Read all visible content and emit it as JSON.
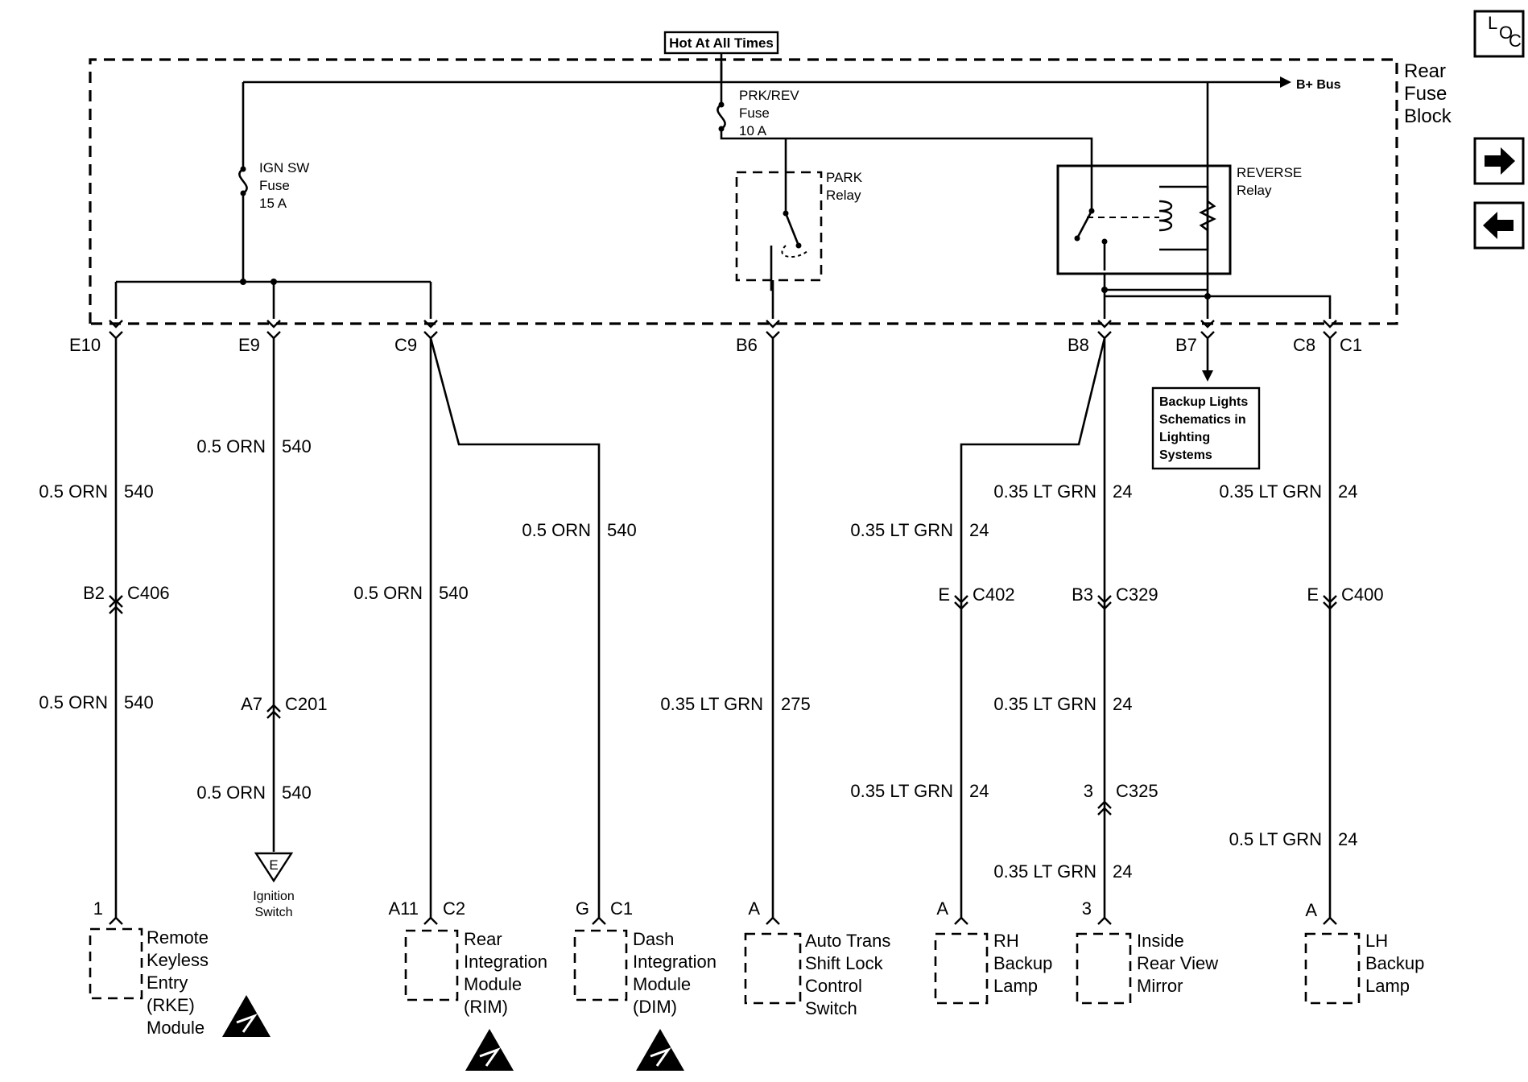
{
  "header": {
    "power_label": "Hot At All Times"
  },
  "nav": {
    "loc_letters": [
      "L",
      "O",
      "C"
    ],
    "next_icon": "arrow-right-icon",
    "prev_icon": "arrow-left-icon"
  },
  "fuse_block": {
    "label_lines": [
      "Rear",
      "Fuse",
      "Block"
    ],
    "bus_label": "B+ Bus",
    "ign_fuse_lines": [
      "IGN SW",
      "Fuse",
      "15 A"
    ],
    "prk_fuse_lines": [
      "PRK/REV",
      "Fuse",
      "10 A"
    ],
    "park_relay_lines": [
      "PARK",
      "Relay"
    ],
    "reverse_relay_lines": [
      "REVERSE",
      "Relay"
    ]
  },
  "terminals": [
    "E10",
    "E9",
    "C9",
    "B6",
    "B8",
    "B7",
    "C8",
    "C1"
  ],
  "note_lines": [
    "Backup Lights",
    "Schematics in",
    "Lighting",
    "Systems"
  ],
  "wires": {
    "w_e10_a": {
      "color": "0.5 ORN",
      "circuit": "540"
    },
    "w_e10_b": {
      "color": "0.5 ORN",
      "circuit": "540"
    },
    "w_e9_a": {
      "color": "0.5 ORN",
      "circuit": "540"
    },
    "w_e9_b": {
      "color": "0.5 ORN",
      "circuit": "540"
    },
    "w_c9_rim": {
      "color": "0.5 ORN",
      "circuit": "540"
    },
    "w_c9_dim": {
      "color": "0.5 ORN",
      "circuit": "540"
    },
    "w_b6": {
      "color": "0.35 LT GRN",
      "circuit": "275"
    },
    "w_rh_a": {
      "color": "0.35 LT GRN",
      "circuit": "24"
    },
    "w_rh_b": {
      "color": "0.35 LT GRN",
      "circuit": "24"
    },
    "w_b8_a": {
      "color": "0.35 LT GRN",
      "circuit": "24"
    },
    "w_b8_b": {
      "color": "0.35 LT GRN",
      "circuit": "24"
    },
    "w_b8_c": {
      "color": "0.35 LT GRN",
      "circuit": "24"
    },
    "w_c1_a": {
      "color": "0.35 LT GRN",
      "circuit": "24"
    },
    "w_c1_b": {
      "color": "0.5 LT GRN",
      "circuit": "24"
    }
  },
  "connectors": {
    "c406": {
      "pin": "B2",
      "name": "C406"
    },
    "c201": {
      "pin": "A7",
      "name": "C201"
    },
    "c402": {
      "pin": "E",
      "name": "C402"
    },
    "c329": {
      "pin": "B3",
      "name": "C329"
    },
    "c400": {
      "pin": "E",
      "name": "C400"
    },
    "c325": {
      "pin": "3",
      "name": "C325"
    }
  },
  "ground": {
    "symbol": "E",
    "label_lines": [
      "Ignition",
      "Switch"
    ]
  },
  "components": {
    "rke": {
      "pins": [
        "1"
      ],
      "label_lines": [
        "Remote",
        "Keyless",
        "Entry",
        "(RKE)",
        "Module"
      ]
    },
    "rim": {
      "pins": [
        "A11",
        "C2"
      ],
      "label_lines": [
        "Rear",
        "Integration",
        "Module",
        "(RIM)"
      ]
    },
    "dim": {
      "pins": [
        "G",
        "C1"
      ],
      "label_lines": [
        "Dash",
        "Integration",
        "Module",
        "(DIM)"
      ]
    },
    "shift_lock": {
      "pins": [
        "A"
      ],
      "label_lines": [
        "Auto Trans",
        "Shift Lock",
        "Control",
        "Switch"
      ]
    },
    "rh_lamp": {
      "pins": [
        "A"
      ],
      "label_lines": [
        "RH",
        "Backup",
        "Lamp"
      ]
    },
    "mirror": {
      "pins": [
        "3"
      ],
      "label_lines": [
        "Inside",
        "Rear View",
        "Mirror"
      ]
    },
    "lh_lamp": {
      "pins": [
        "A"
      ],
      "label_lines": [
        "LH",
        "Backup",
        "Lamp"
      ]
    }
  },
  "esd_icon": "esd-sensitive-icon"
}
